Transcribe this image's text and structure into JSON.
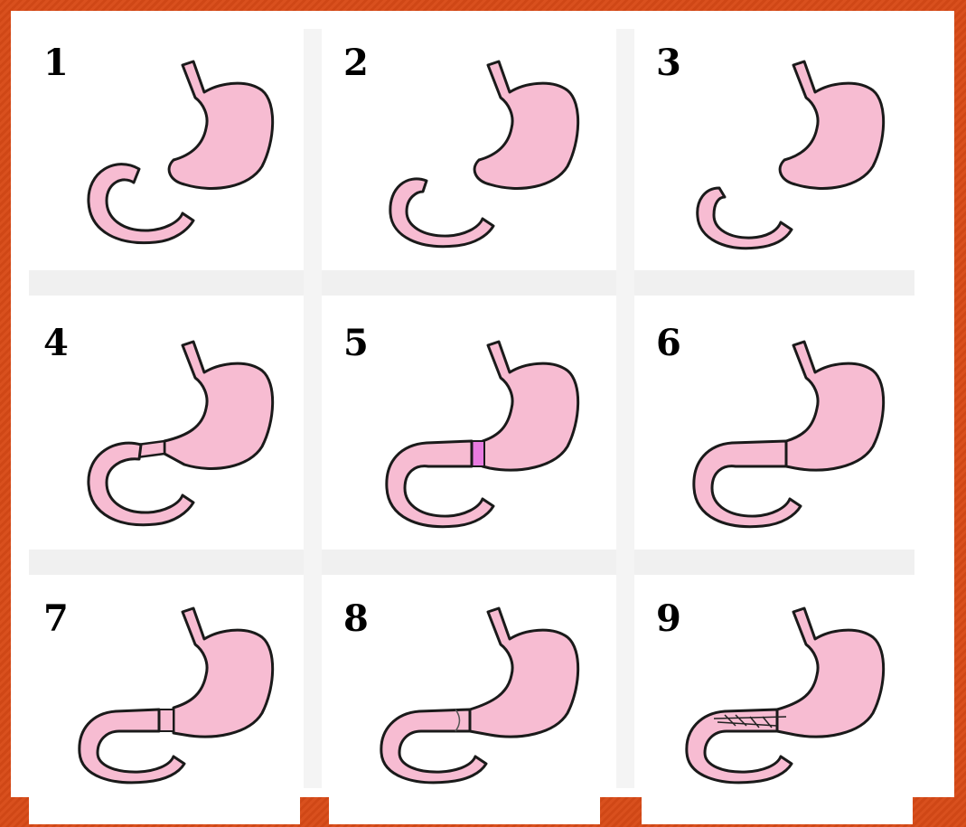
{
  "colors": {
    "frame": "#d9501e",
    "organ_fill": "#f7bcd2",
    "organ_stroke": "#1a1a1a",
    "ring_highlight": "#e87be0"
  },
  "panels": [
    {
      "number": "1",
      "stage": "separate-unjoined"
    },
    {
      "number": "2",
      "stage": "separate-unjoined"
    },
    {
      "number": "3",
      "stage": "separate-unjoined"
    },
    {
      "number": "4",
      "stage": "narrow-connection"
    },
    {
      "number": "5",
      "stage": "connection-highlighted-ring"
    },
    {
      "number": "6",
      "stage": "joined"
    },
    {
      "number": "7",
      "stage": "joined-with-ring"
    },
    {
      "number": "8",
      "stage": "joined-smooth"
    },
    {
      "number": "9",
      "stage": "joined-with-sutures"
    }
  ]
}
